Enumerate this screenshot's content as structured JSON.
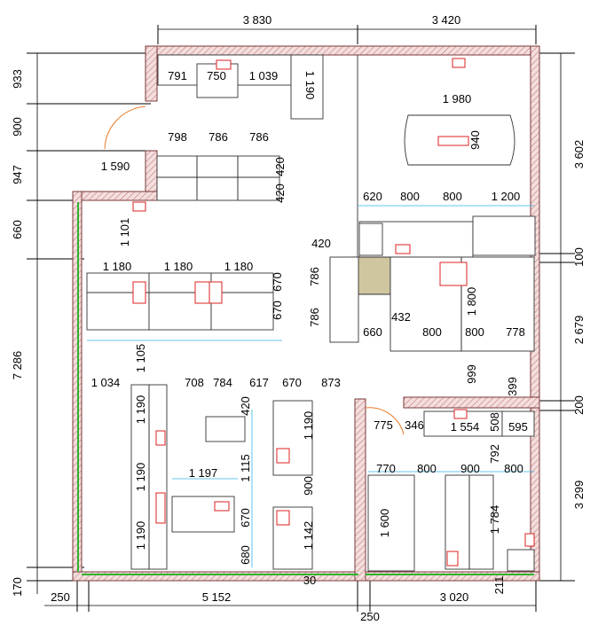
{
  "dims_top": [
    "3 830",
    "3 420"
  ],
  "dims_left": [
    "933",
    "900",
    "947",
    "660",
    "7 286",
    "170"
  ],
  "dims_right": [
    "3 602",
    "100",
    "2 679",
    "200",
    "3 299"
  ],
  "dims_bottom": [
    "250",
    "5 152",
    "3 020",
    "250"
  ],
  "dims_vertical_inner": [
    "1 190",
    "940",
    "420",
    "420",
    "1 101",
    "670",
    "670",
    "786",
    "786",
    "1 105",
    "1 190",
    "1 190",
    "1 190",
    "420",
    "1 115",
    "670",
    "680",
    "1 190",
    "900",
    "1 142",
    "1 800",
    "999",
    "399",
    "508",
    "792",
    "1 600",
    "1 784",
    "211",
    "30"
  ],
  "dims_horizontal_inner": [
    "791",
    "750",
    "1 039",
    "1 980",
    "798",
    "786",
    "786",
    "1 590",
    "620",
    "800",
    "800",
    "1 200",
    "420",
    "1 180",
    "1 180",
    "1 180",
    "432",
    "660",
    "800",
    "800",
    "778",
    "1 034",
    "708",
    "784",
    "617",
    "670",
    "873",
    "775",
    "346",
    "1 554",
    "595",
    "1 197",
    "770",
    "800",
    "900",
    "800"
  ]
}
